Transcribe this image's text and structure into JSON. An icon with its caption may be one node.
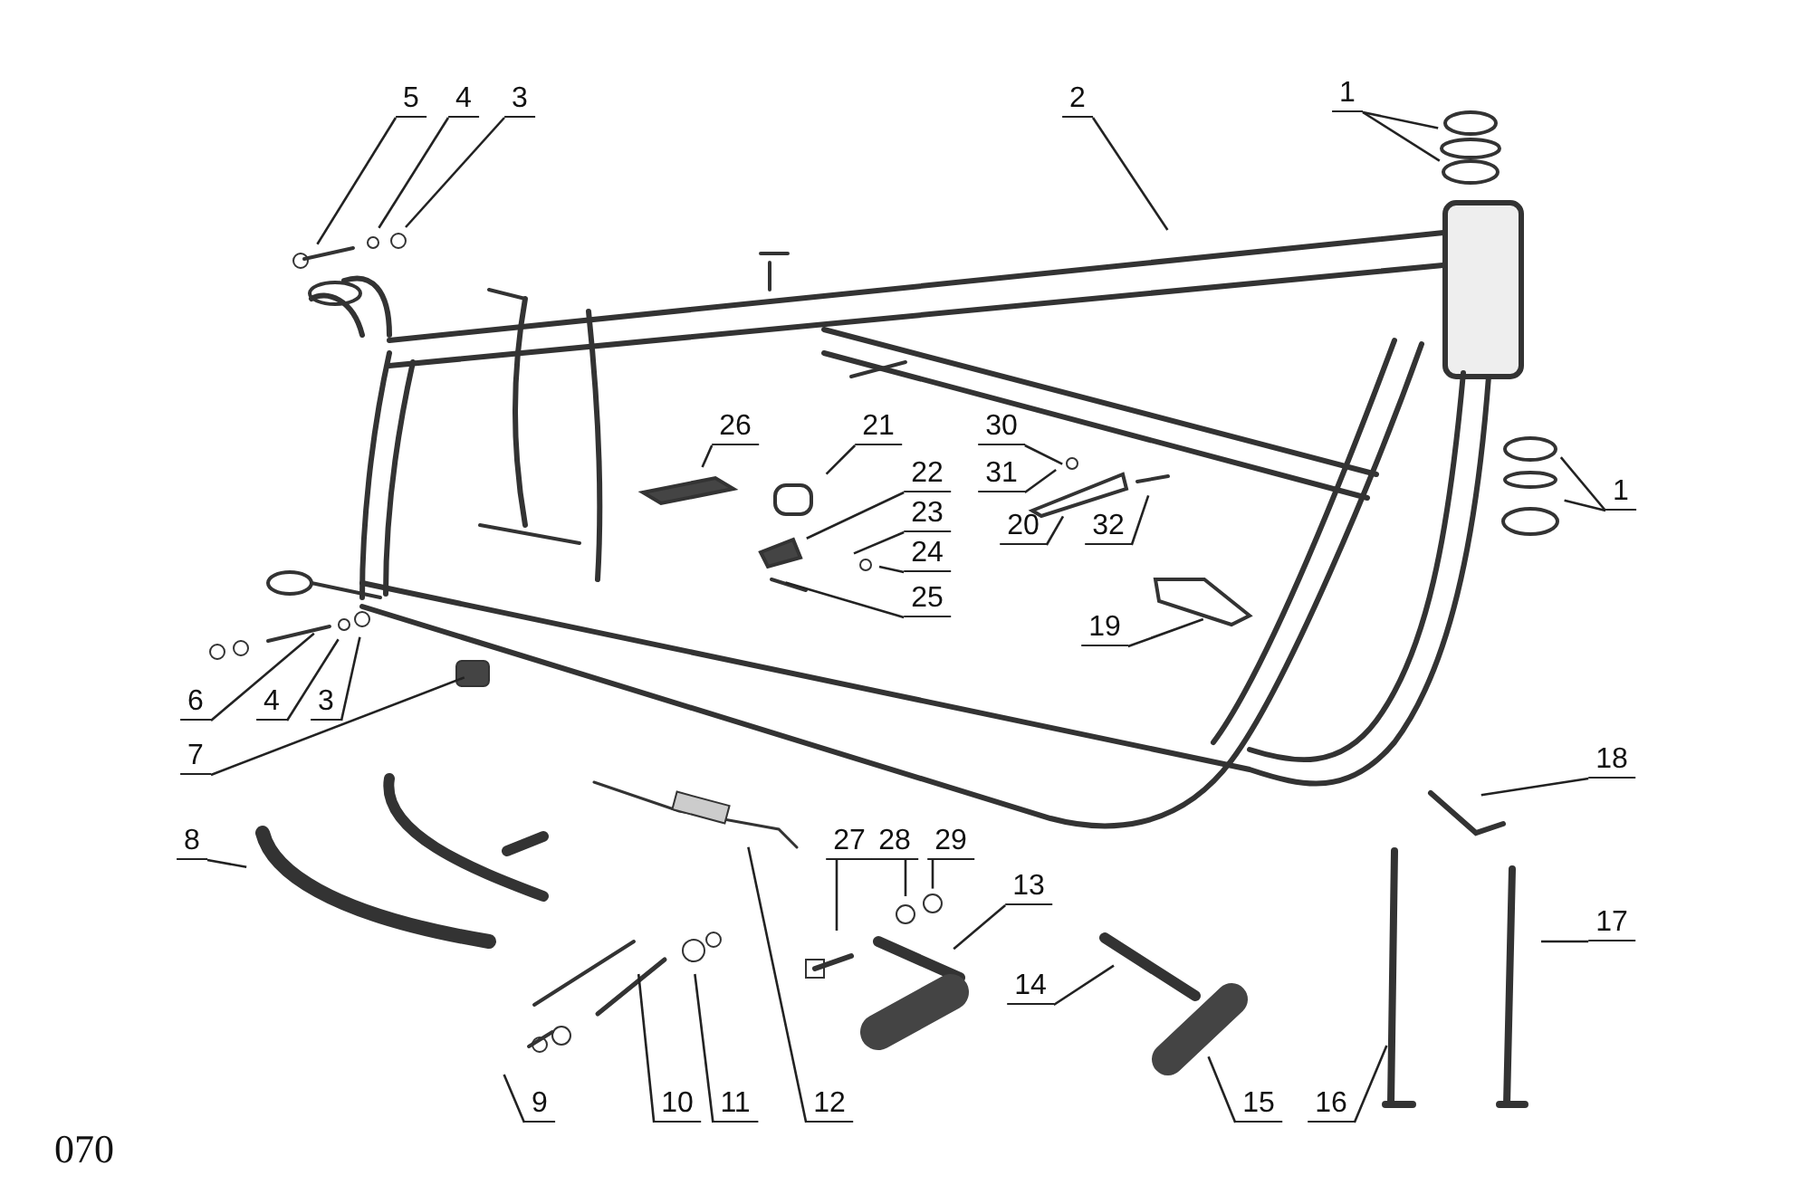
{
  "diagram": {
    "nodes": [
      {
        "text": [
          "5"
        ]
      },
      {
        "text": [
          "4"
        ]
      },
      {
        "text": [
          "3"
        ]
      },
      {
        "text": [
          "2"
        ]
      },
      {
        "text": [
          "1"
        ]
      },
      {
        "text": [
          "1"
        ]
      },
      {
        "text": [
          "26"
        ]
      },
      {
        "text": [
          "21"
        ]
      },
      {
        "text": [
          "30"
        ]
      },
      {
        "text": [
          "22"
        ]
      },
      {
        "text": [
          "31"
        ]
      },
      {
        "text": [
          "23"
        ]
      },
      {
        "text": [
          "20"
        ]
      },
      {
        "text": [
          "32"
        ]
      },
      {
        "text": [
          "24"
        ]
      },
      {
        "text": [
          "25"
        ]
      },
      {
        "text": [
          "19"
        ]
      },
      {
        "text": [
          "6"
        ]
      },
      {
        "text": [
          "4"
        ]
      },
      {
        "text": [
          "3"
        ]
      },
      {
        "text": [
          "7"
        ]
      },
      {
        "text": [
          "8"
        ]
      },
      {
        "text": [
          "27"
        ]
      },
      {
        "text": [
          "28"
        ]
      },
      {
        "text": [
          "29"
        ]
      },
      {
        "text": [
          "13"
        ]
      },
      {
        "text": [
          "18"
        ]
      },
      {
        "text": [
          "17"
        ]
      },
      {
        "text": [
          "14"
        ]
      },
      {
        "text": [
          "9"
        ]
      },
      {
        "text": [
          "10"
        ]
      },
      {
        "text": [
          "11"
        ]
      },
      {
        "text": [
          "12"
        ]
      },
      {
        "text": [
          "15"
        ]
      },
      {
        "text": [
          "16"
        ]
      }
    ],
    "edges": [
      {
        "from": 0,
        "to": null,
        "arrow": "none"
      },
      {
        "from": 1,
        "to": null,
        "arrow": "none"
      },
      {
        "from": 2,
        "to": null,
        "arrow": "none"
      },
      {
        "from": 3,
        "to": null,
        "arrow": "none"
      },
      {
        "from": 4,
        "to": null,
        "arrow": "none"
      },
      {
        "from": 4,
        "to": null,
        "arrow": "none"
      },
      {
        "from": 5,
        "to": null,
        "arrow": "none"
      },
      {
        "from": 5,
        "to": null,
        "arrow": "none"
      },
      {
        "from": 6,
        "to": null,
        "arrow": "none"
      },
      {
        "from": 7,
        "to": null,
        "arrow": "none"
      },
      {
        "from": 8,
        "to": null,
        "arrow": "none"
      },
      {
        "from": 9,
        "to": null,
        "arrow": "none"
      },
      {
        "from": 10,
        "to": null,
        "arrow": "none"
      },
      {
        "from": 11,
        "to": null,
        "arrow": "none"
      },
      {
        "from": 12,
        "to": null,
        "arrow": "none"
      },
      {
        "from": 13,
        "to": null,
        "arrow": "none"
      },
      {
        "from": 14,
        "to": null,
        "arrow": "none"
      },
      {
        "from": 15,
        "to": null,
        "arrow": "none"
      },
      {
        "from": 16,
        "to": null,
        "arrow": "none"
      },
      {
        "from": 17,
        "to": null,
        "arrow": "none"
      },
      {
        "from": 18,
        "to": null,
        "arrow": "none"
      },
      {
        "from": 19,
        "to": null,
        "arrow": "none"
      },
      {
        "from": 20,
        "to": null,
        "arrow": "none"
      },
      {
        "from": 21,
        "to": null,
        "arrow": "none"
      },
      {
        "from": 22,
        "to": null,
        "arrow": "none"
      },
      {
        "from": 23,
        "to": null,
        "arrow": "none"
      },
      {
        "from": 24,
        "to": null,
        "arrow": "none"
      },
      {
        "from": 25,
        "to": null,
        "arrow": "none"
      },
      {
        "from": 26,
        "to": null,
        "arrow": "none"
      },
      {
        "from": 27,
        "to": null,
        "arrow": "none"
      },
      {
        "from": 28,
        "to": null,
        "arrow": "none"
      },
      {
        "from": 29,
        "to": null,
        "arrow": "none"
      },
      {
        "from": 30,
        "to": null,
        "arrow": "none"
      },
      {
        "from": 31,
        "to": null,
        "arrow": "none"
      },
      {
        "from": 32,
        "to": null,
        "arrow": "none"
      },
      {
        "from": 33,
        "to": null,
        "arrow": "none"
      },
      {
        "from": 34,
        "to": null,
        "arrow": "none"
      }
    ],
    "labels": [
      "070"
    ]
  }
}
